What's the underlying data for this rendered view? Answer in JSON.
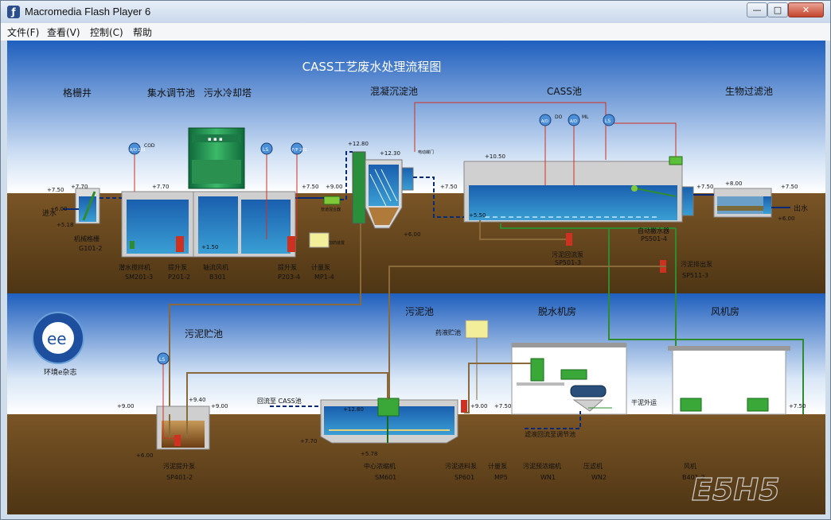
{
  "window": {
    "title": "Macromedia Flash Player 6",
    "minimize": "—",
    "maximize": "□",
    "close": "✕"
  },
  "menu": [
    "文件(F)",
    "查看(V)",
    "控制(C)",
    "帮助"
  ],
  "diagram": {
    "title": "CASS工艺废水处理流程图",
    "sections": [
      "格栅井",
      "集水调节池",
      "污水冷却塔",
      "混凝沉淀池",
      "CASS池",
      "生物过滤池",
      "污泥池",
      "脱水机房",
      "风机房",
      "污泥贮池"
    ],
    "levels": [
      "+7.50",
      "+7.70",
      "+6.00",
      "+5.18",
      "+7.70",
      "+1.50",
      "+7.50",
      "+9.00",
      "+12.80",
      "+12.30",
      "+6.00",
      "+7.50",
      "+10.50",
      "+5.50",
      "+7.50",
      "+8.00",
      "+7.50",
      "+6.00",
      "+9.00",
      "+9.40",
      "+9.00",
      "+6.00",
      "+7.70",
      "+5.78",
      "+12.80",
      "+9.00",
      "+7.50",
      "+7.50"
    ],
    "flow_labels": [
      "进水",
      "出水",
      "回流至 CASS池",
      "干泥外运",
      "滤液回流至调节池",
      "药液贮池",
      "管道混合器",
      "加药装置",
      "电动蝶门",
      "自动撇水器",
      "DO",
      "ML",
      "COD"
    ],
    "sensors": [
      "A/D 201",
      "LS",
      "F/P 201",
      "A/D",
      "A/D",
      "LS",
      "LS"
    ],
    "equipment": [
      {
        "name": "机械格栅",
        "code": "G101-2"
      },
      {
        "name": "潜水搅拌机",
        "code": "SM201-3"
      },
      {
        "name": "提升泵",
        "code": "P201-2"
      },
      {
        "name": "轴流风机",
        "code": "B301"
      },
      {
        "name": "提升泵",
        "code": "P203-4"
      },
      {
        "name": "计量泵",
        "code": "MP1-4"
      },
      {
        "name": "污泥回流泵",
        "code": "SP501-3"
      },
      {
        "name": "自动撇水器",
        "code": "PS501-4"
      },
      {
        "name": "污泥排出泵",
        "code": "SP511-3"
      },
      {
        "name": "污泥提升泵",
        "code": "SP401-2"
      },
      {
        "name": "中心浓缩机",
        "code": "SM601"
      },
      {
        "name": "污泥进料泵",
        "code": "SP601"
      },
      {
        "name": "计量泵",
        "code": "MP5"
      },
      {
        "name": "污泥预浓缩机",
        "code": "WN1"
      },
      {
        "name": "压滤机",
        "code": "WN2"
      },
      {
        "name": "风机",
        "code": "B401-2"
      }
    ],
    "logo_text": "环境e杂志",
    "watermark": "E5H5"
  },
  "colors": {
    "sky_top": "#1f5fbe",
    "sky_bottom": "#ffffff",
    "ground": "#6b4a1f",
    "water": "#1f6fb0",
    "pipe_blue": "#0a2a78",
    "pipe_green": "#2e8b2e",
    "pipe_red": "#d03020",
    "pipe_sludge": "#8a6a3a"
  }
}
